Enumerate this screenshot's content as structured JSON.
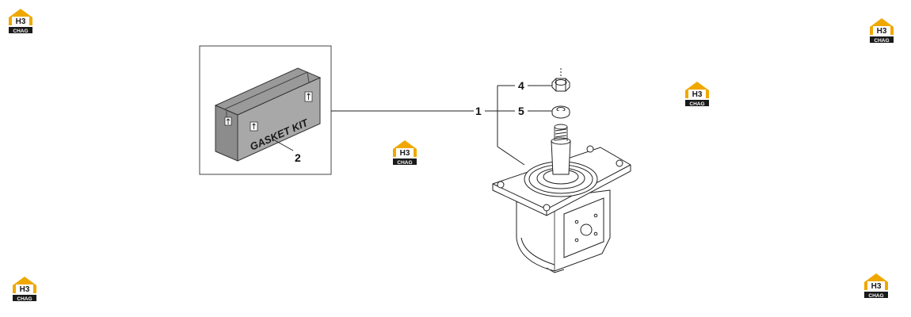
{
  "diagram": {
    "callouts": {
      "part_1": "1",
      "part_2": "2",
      "part_4": "4",
      "part_5": "5"
    },
    "kit_box_label": "GASKET KIT"
  },
  "watermark": {
    "logo_letters": "H3",
    "logo_text": "CHAG",
    "colors": {
      "orange": "#f0a800",
      "dark": "#1a1a1a"
    }
  }
}
